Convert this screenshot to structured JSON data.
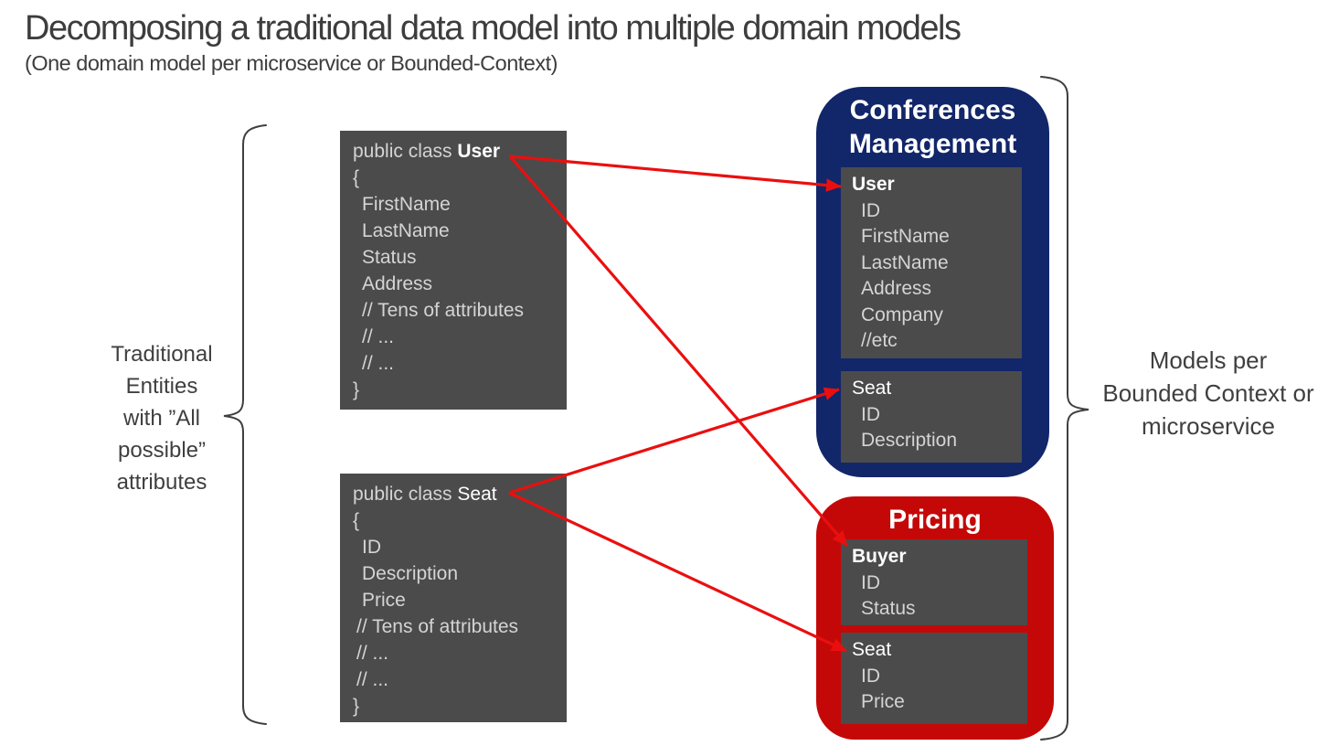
{
  "page": {
    "title": "Decomposing a traditional data model into multiple domain models",
    "subtitle": "(One domain model per microservice or Bounded-Context)"
  },
  "left_label": {
    "lines": [
      "Traditional",
      "Entities",
      "with ”All",
      "possible”",
      "attributes"
    ]
  },
  "right_label": {
    "lines": [
      "Models per",
      "Bounded Context or",
      "microservice"
    ]
  },
  "code_user": {
    "prefix": "public class ",
    "name": "User",
    "brace_open": "{",
    "fields": [
      "FirstName",
      "LastName",
      "Status",
      "Address"
    ],
    "comments": [
      "// Tens of attributes",
      "// ...",
      "// ..."
    ],
    "brace_close": "}"
  },
  "code_seat": {
    "prefix": "public class ",
    "name": "Seat",
    "brace_open": "{",
    "fields": [
      "ID",
      "Description",
      "Price"
    ],
    "comments": [
      "// Tens of attributes",
      "// ...",
      "// ..."
    ],
    "brace_close": "}"
  },
  "conferences": {
    "title": "Conferences Management",
    "user": {
      "name": "User",
      "fields": [
        "ID",
        "FirstName",
        "LastName",
        "Address",
        "Company",
        "//etc"
      ]
    },
    "seat": {
      "name": "Seat",
      "fields": [
        "ID",
        "Description"
      ]
    }
  },
  "pricing": {
    "title": "Pricing",
    "buyer": {
      "name": "Buyer",
      "fields": [
        "ID",
        "Status"
      ]
    },
    "seat": {
      "name": "Seat",
      "fields": [
        "ID",
        "Price"
      ]
    }
  },
  "connections": [
    {
      "from": "class User",
      "to": "Conferences Management / User"
    },
    {
      "from": "class User",
      "to": "Pricing / Buyer"
    },
    {
      "from": "class Seat",
      "to": "Conferences Management / Seat"
    },
    {
      "from": "class Seat",
      "to": "Pricing / Seat"
    }
  ],
  "colors": {
    "conferences_bg": "#12266a",
    "pricing_bg": "#c40808",
    "box_gray": "#4b4b4b",
    "arrow_red": "#ea0f0f",
    "label_text": "#3f3f3f"
  }
}
